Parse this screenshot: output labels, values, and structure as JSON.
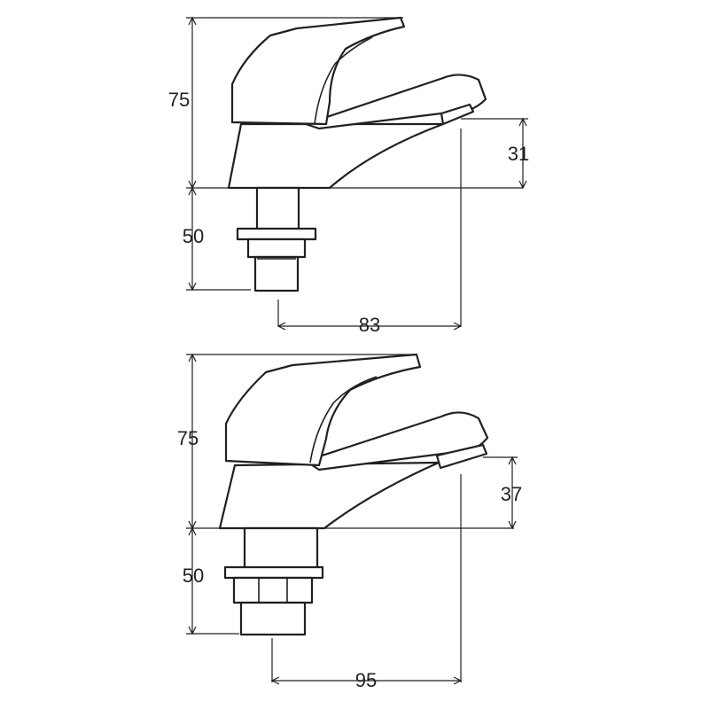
{
  "diagrams": [
    {
      "dimensions": {
        "total_height": "75",
        "tail_length": "50",
        "spout_height": "31",
        "spout_reach": "83"
      }
    },
    {
      "dimensions": {
        "total_height": "75",
        "tail_length": "50",
        "spout_height": "37",
        "spout_reach": "95"
      }
    }
  ],
  "colors": {
    "line": "#231f20",
    "background": "#ffffff"
  }
}
